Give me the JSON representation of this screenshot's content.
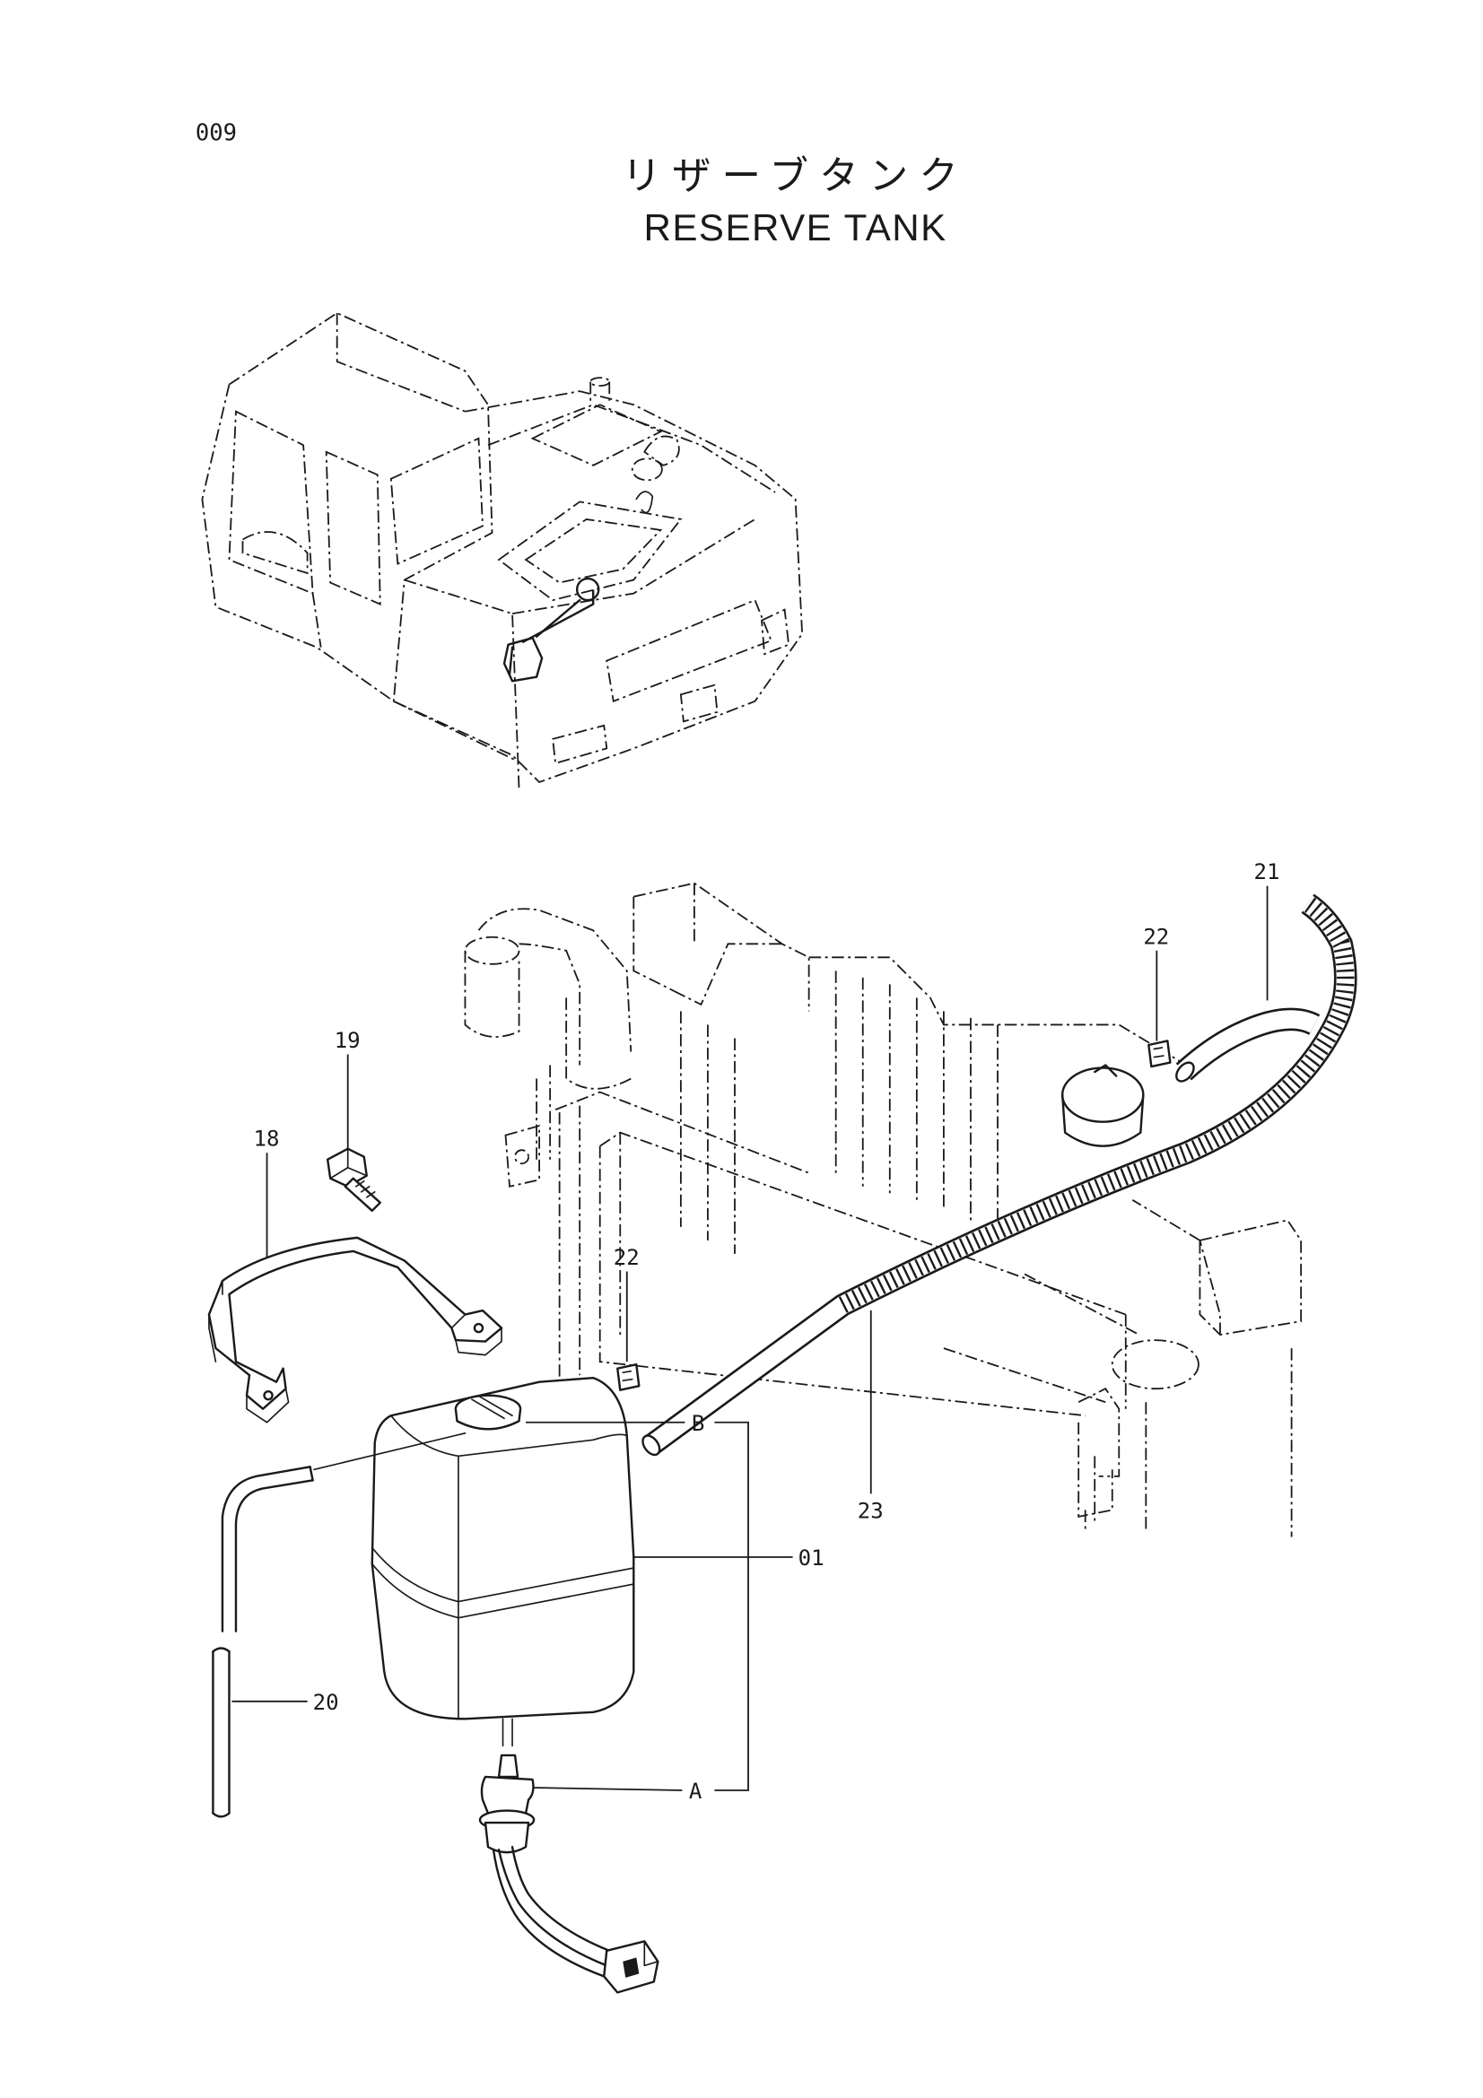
{
  "page": {
    "page_number": "009",
    "title_jp": "リザーブタンク",
    "title_en": "RESERVE TANK"
  },
  "callouts": {
    "hose_upper": "21",
    "clamp_upper": "22",
    "bolt": "19",
    "bracket": "18",
    "clamp_lower": "22",
    "hose_corrugated": "23",
    "ref_b": "B",
    "tank": "01",
    "hose_drain": "20",
    "ref_a": "A"
  }
}
